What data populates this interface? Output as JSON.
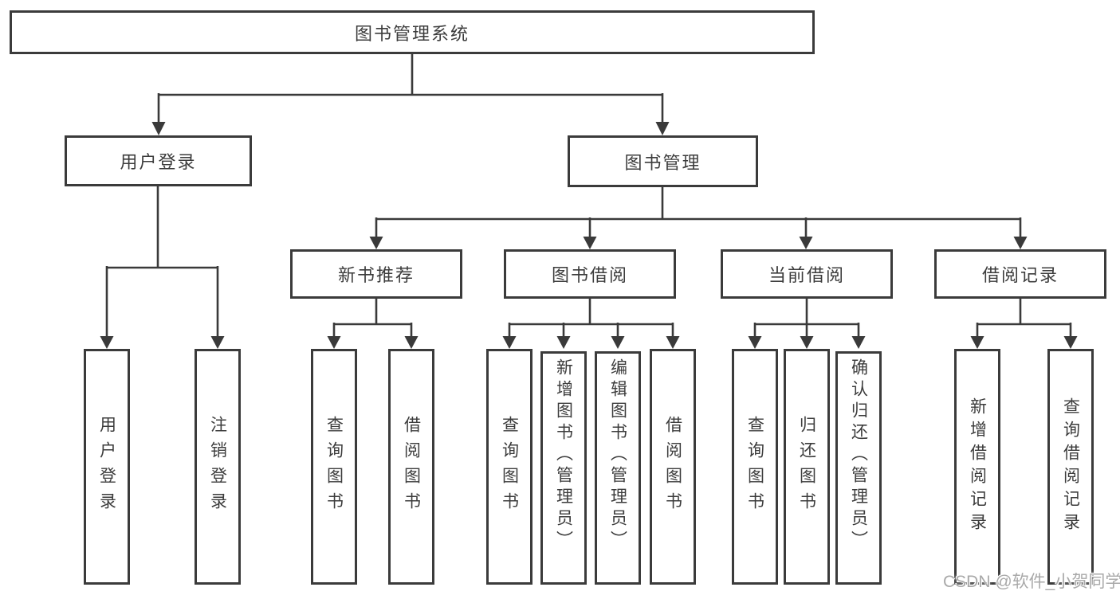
{
  "tree": {
    "root": {
      "label": "图书管理系统"
    },
    "children": [
      {
        "label": "用户登录",
        "leaves": [
          {
            "label": "用户登录"
          },
          {
            "label": "注销登录"
          }
        ]
      },
      {
        "label": "图书管理",
        "children": [
          {
            "label": "新书推荐",
            "leaves": [
              {
                "label": "查询图书"
              },
              {
                "label": "借阅图书"
              }
            ]
          },
          {
            "label": "图书借阅",
            "leaves": [
              {
                "label": "查询图书"
              },
              {
                "label": "新增图书（管理员）"
              },
              {
                "label": "编辑图书（管理员）"
              },
              {
                "label": "借阅图书"
              }
            ]
          },
          {
            "label": "当前借阅",
            "leaves": [
              {
                "label": "查询图书"
              },
              {
                "label": "归还图书"
              },
              {
                "label": "确认归还（管理员）"
              }
            ]
          },
          {
            "label": "借阅记录",
            "leaves": [
              {
                "label": "新增借阅记录"
              },
              {
                "label": "查询借阅记录"
              }
            ]
          }
        ]
      }
    ]
  },
  "watermark": "CSDN @软件_小贺同学",
  "colors": {
    "line": "#3a3a3a",
    "box_border": "#3b3b3b",
    "text": "#3c3c3c",
    "background": "#ffffff",
    "watermark": "#a9a9a9"
  }
}
